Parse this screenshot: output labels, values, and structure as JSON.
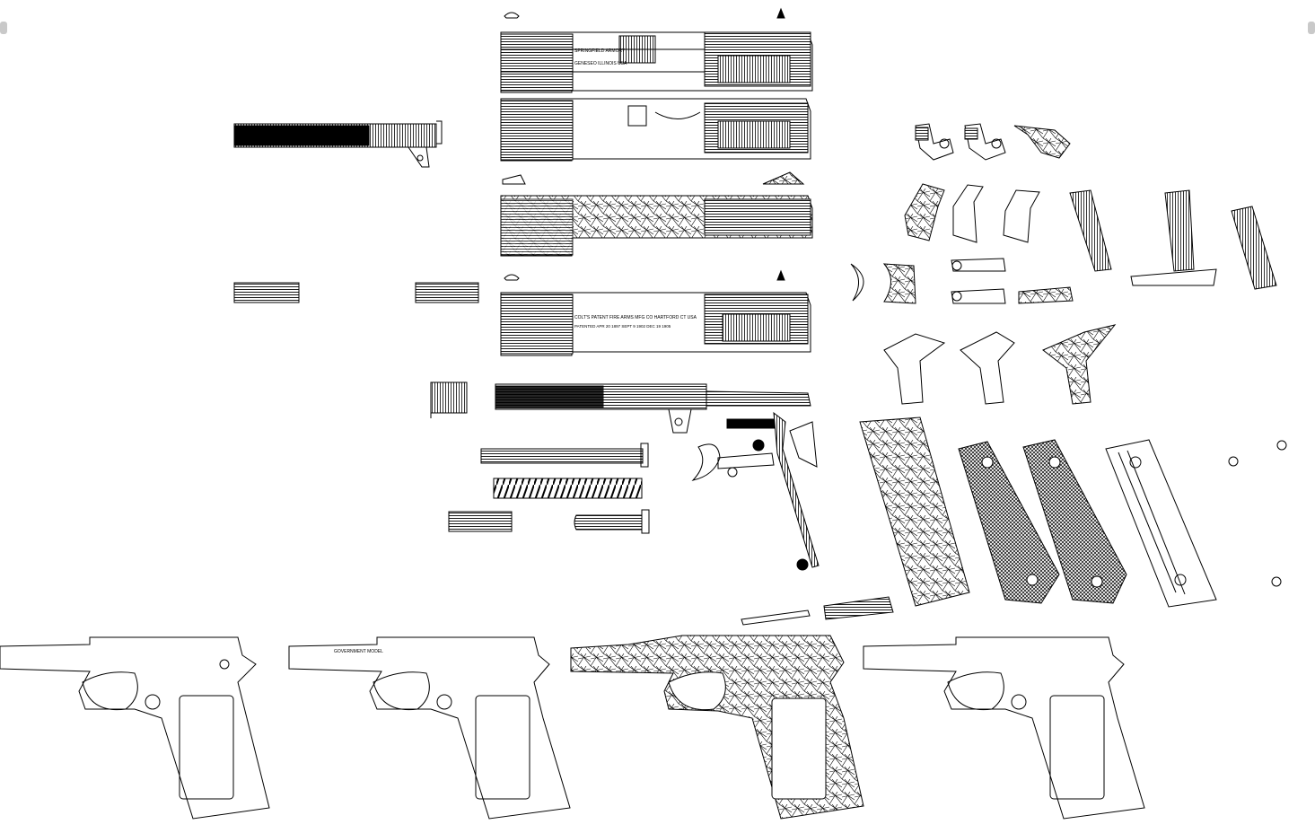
{
  "canvas": {
    "background": "#ffffff",
    "line_color": "#000000"
  },
  "slide_labels": {
    "top_roll_line_1": "SPRINGFIELD ARMORY",
    "top_roll_line_2": "GENESEO ILLINOIS USA",
    "middle_roll_line_1": "COLT'S PATENT FIRE ARMS MFG CO HARTFORD CT USA",
    "middle_roll_line_2": "PATENTED APR 20 1897 SEPT 9 1902 DEC 19 1905",
    "frame_roll": "GOVERNMENT MODEL"
  },
  "icons": {
    "left_edge": "scroll-handle-left-icon",
    "right_edge": "scroll-handle-right-icon"
  }
}
